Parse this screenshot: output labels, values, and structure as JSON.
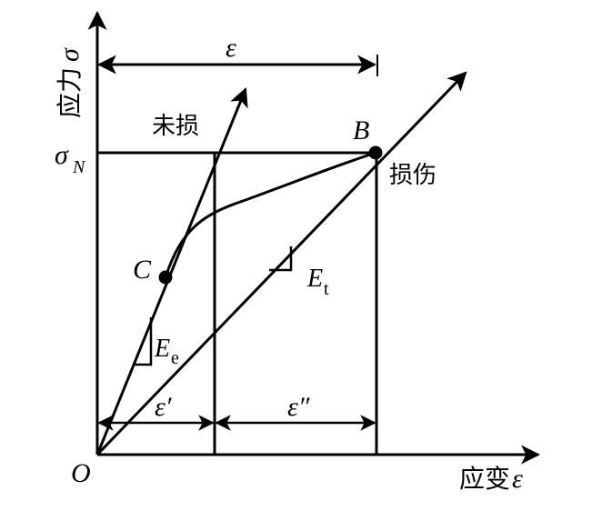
{
  "axes": {
    "y_label_cn": "应力",
    "y_label_sym": "σ",
    "x_label_cn": "应变",
    "x_label_sym": "ε",
    "origin": "O"
  },
  "labels": {
    "sigma_n": "σ",
    "sigma_n_sub": "N",
    "undamaged": "未损",
    "damaged": "损伤",
    "point_b": "B",
    "point_c": "C",
    "ee": "E",
    "ee_sub": "e",
    "et": "E",
    "et_sub": "t",
    "eps_total": "ε",
    "eps_prime": "ε′",
    "eps_double_prime": "ε″"
  }
}
